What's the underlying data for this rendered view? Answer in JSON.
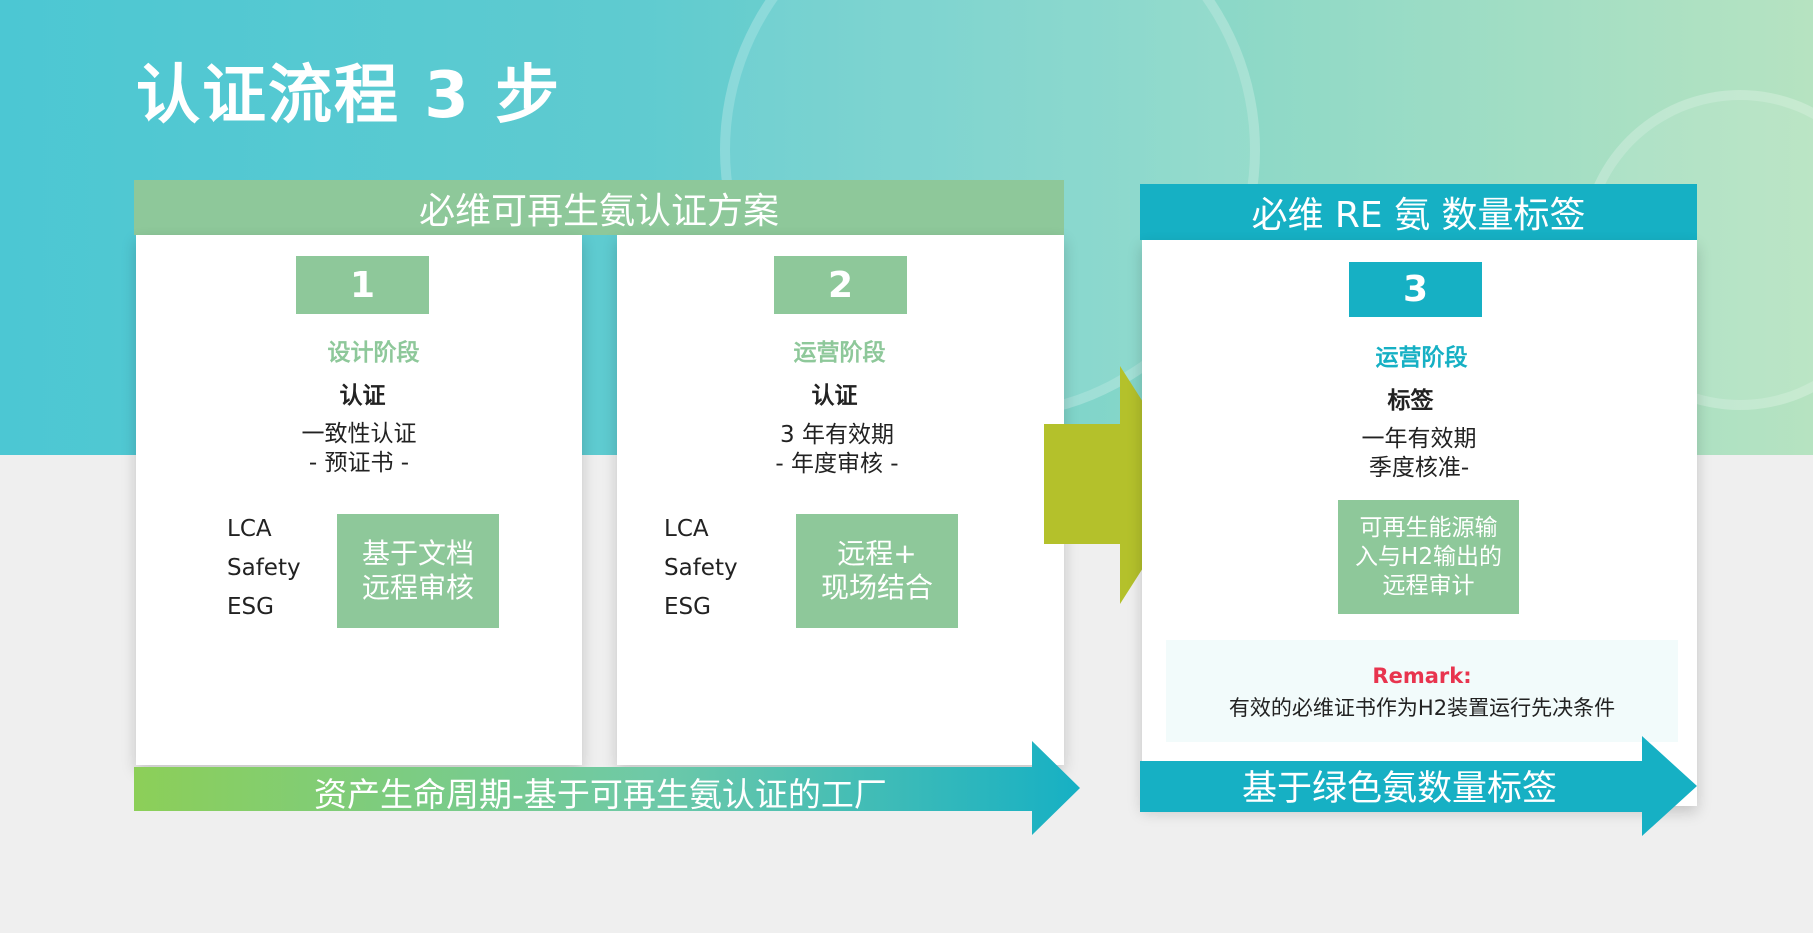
{
  "title": "认证流程 3 步",
  "left_panel": {
    "header": "必维可再生氨认证方案",
    "footer_arrow": "资产生命周期-基于可再生氨认证的工厂",
    "cards": [
      {
        "step": "1",
        "phase": "设计阶段",
        "type": "认证",
        "desc_line1": "一致性认证",
        "desc_line2": "- 预证书 -",
        "list": [
          "LCA",
          "Safety",
          "ESG"
        ],
        "method_line1": "基于文档",
        "method_line2": "远程审核"
      },
      {
        "step": "2",
        "phase": "运营阶段",
        "type": "认证",
        "desc_line1": "3 年有效期",
        "desc_line2": "- 年度审核 -",
        "list": [
          "LCA",
          "Safety",
          "ESG"
        ],
        "method_line1": "远程+",
        "method_line2": "现场结合"
      }
    ]
  },
  "right_panel": {
    "header": "必维 RE 氨 数量标签",
    "step": "3",
    "phase": "运营阶段",
    "type": "标签",
    "desc_line1": "一年有效期",
    "desc_line2": "季度核准-",
    "method_line1": "可再生能源输",
    "method_line2": "入与H2输出的",
    "method_line3": "远程审计",
    "remark_label": "Remark:",
    "remark_text": "有效的必维证书作为H2装置运行先决条件",
    "footer_arrow": "基于绿色氨数量标签"
  },
  "colors": {
    "green": "#8ec89a",
    "teal": "#16b0c4",
    "olive_arrow": "#b4c12b",
    "remark_red": "#e8344e"
  }
}
